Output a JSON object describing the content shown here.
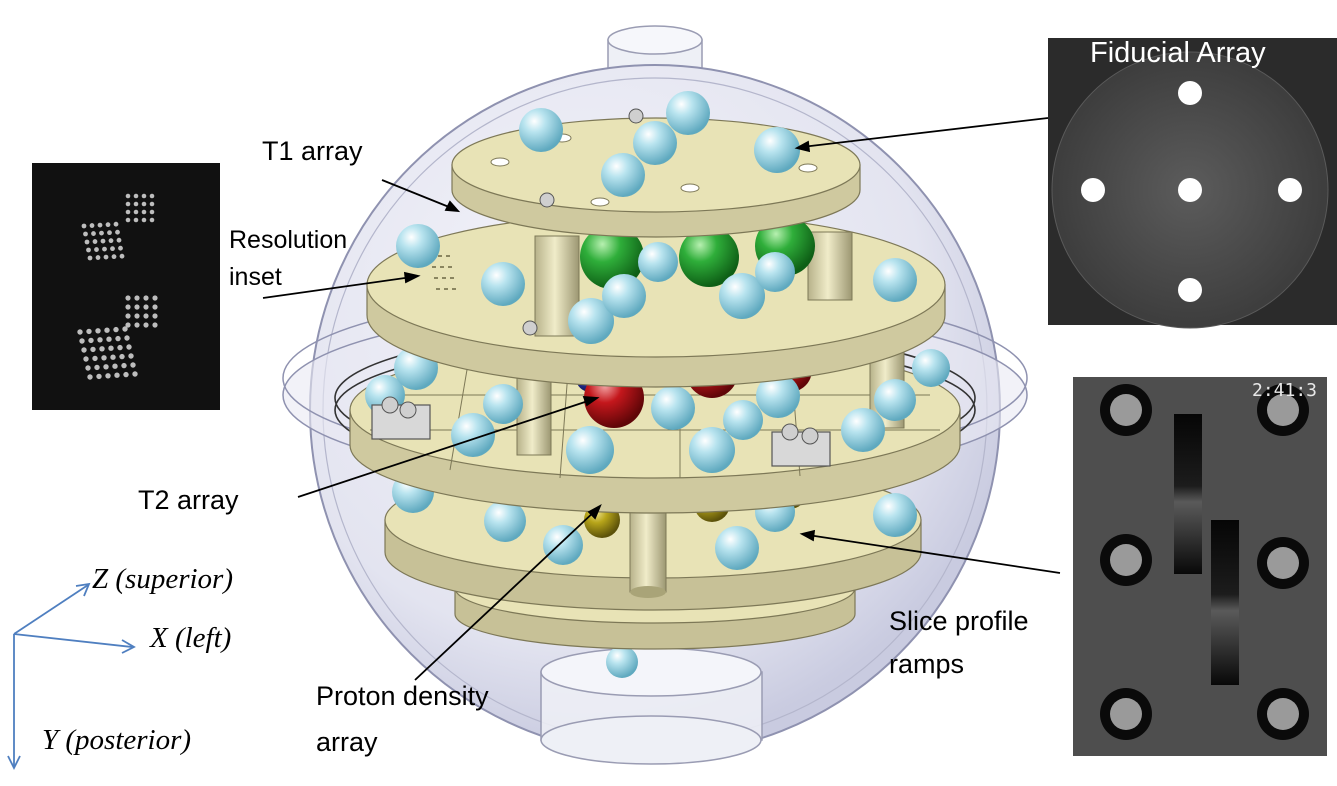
{
  "labels": {
    "t1_array": "T1 array",
    "resolution_inset_line1": "Resolution",
    "resolution_inset_line2": "inset",
    "t2_array": "T2 array",
    "proton_density_line1": "Proton density",
    "proton_density_line2": "array",
    "slice_profile_line1": "Slice profile",
    "slice_profile_line2": "ramps"
  },
  "axes": {
    "z": "Z (superior)",
    "x": "X (left)",
    "y": "Y (posterior)"
  },
  "insets": {
    "fiducial_title": "Fiducial Array",
    "slice_timer": "2:41:3"
  },
  "colors": {
    "sphere_blue": "#a9dbe8",
    "sphere_green": "#2fae3a",
    "sphere_red": "#c4171c",
    "sphere_yellow": "#b7a51a",
    "plate_beige": "#e8e3b6",
    "shell_tint": "#e7e8f2",
    "axis_arrow": "#4f7fc0"
  }
}
